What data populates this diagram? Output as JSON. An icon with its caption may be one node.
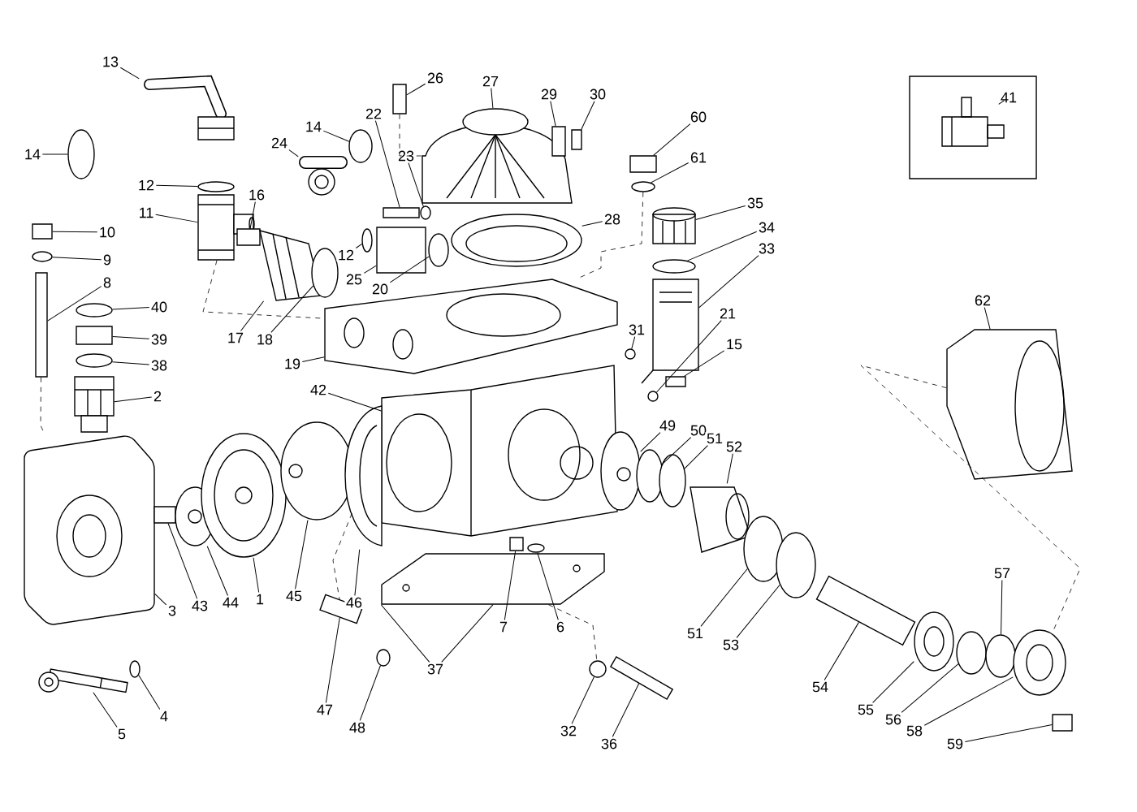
{
  "diagram": {
    "nodes": [
      {
        "text": [
          "13"
        ]
      },
      {
        "text": [
          "14"
        ]
      },
      {
        "text": [
          "12"
        ]
      },
      {
        "text": [
          "11"
        ]
      },
      {
        "text": [
          "10"
        ]
      },
      {
        "text": [
          "9"
        ]
      },
      {
        "text": [
          "8"
        ]
      },
      {
        "text": [
          "40"
        ]
      },
      {
        "text": [
          "39"
        ]
      },
      {
        "text": [
          "38"
        ]
      },
      {
        "text": [
          "2"
        ]
      },
      {
        "text": [
          "16"
        ]
      },
      {
        "text": [
          "17"
        ]
      },
      {
        "text": [
          "18"
        ]
      },
      {
        "text": [
          "19"
        ]
      },
      {
        "text": [
          "24"
        ]
      },
      {
        "text": [
          "14"
        ]
      },
      {
        "text": [
          "22"
        ]
      },
      {
        "text": [
          "23"
        ]
      },
      {
        "text": [
          "26"
        ]
      },
      {
        "text": [
          "27"
        ]
      },
      {
        "text": [
          "29"
        ]
      },
      {
        "text": [
          "30"
        ]
      },
      {
        "text": [
          "60"
        ]
      },
      {
        "text": [
          "61"
        ]
      },
      {
        "text": [
          "28"
        ]
      },
      {
        "text": [
          "12"
        ]
      },
      {
        "text": [
          "25"
        ]
      },
      {
        "text": [
          "20"
        ]
      },
      {
        "text": [
          "35"
        ]
      },
      {
        "text": [
          "34"
        ]
      },
      {
        "text": [
          "33"
        ]
      },
      {
        "text": [
          "21"
        ]
      },
      {
        "text": [
          "15"
        ]
      },
      {
        "text": [
          "31"
        ]
      },
      {
        "text": [
          "41"
        ]
      },
      {
        "text": [
          "62"
        ]
      },
      {
        "text": [
          "42"
        ]
      },
      {
        "text": [
          "49"
        ]
      },
      {
        "text": [
          "50"
        ]
      },
      {
        "text": [
          "51"
        ]
      },
      {
        "text": [
          "52"
        ]
      },
      {
        "text": [
          "3"
        ]
      },
      {
        "text": [
          "43"
        ]
      },
      {
        "text": [
          "44"
        ]
      },
      {
        "text": [
          "1"
        ]
      },
      {
        "text": [
          "45"
        ]
      },
      {
        "text": [
          "46"
        ]
      },
      {
        "text": [
          "7"
        ]
      },
      {
        "text": [
          "6"
        ]
      },
      {
        "text": [
          "37"
        ]
      },
      {
        "text": [
          "47"
        ]
      },
      {
        "text": [
          "48"
        ]
      },
      {
        "text": [
          "5"
        ]
      },
      {
        "text": [
          "4"
        ]
      },
      {
        "text": [
          "32"
        ]
      },
      {
        "text": [
          "36"
        ]
      },
      {
        "text": [
          "51"
        ]
      },
      {
        "text": [
          "53"
        ]
      },
      {
        "text": [
          "54"
        ]
      },
      {
        "text": [
          "55"
        ]
      },
      {
        "text": [
          "56"
        ]
      },
      {
        "text": [
          "57"
        ]
      },
      {
        "text": [
          "58"
        ]
      },
      {
        "text": [
          "59"
        ]
      },
      {
        "text": [],
        "shape": "picture"
      },
      {
        "text": [],
        "shape": "circle"
      },
      {
        "text": [],
        "shape": "circle"
      },
      {
        "text": [],
        "shape": "picture"
      },
      {
        "text": [],
        "shape": "box"
      },
      {
        "text": [],
        "shape": "circle"
      },
      {
        "text": [],
        "shape": "box"
      },
      {
        "text": [],
        "shape": "circle"
      },
      {
        "text": [],
        "shape": "box"
      },
      {
        "text": [],
        "shape": "circle"
      },
      {
        "text": [],
        "shape": "picture"
      },
      {
        "text": [],
        "shape": "box"
      },
      {
        "text": [],
        "shape": "picture"
      },
      {
        "text": [],
        "shape": "circle"
      },
      {
        "text": [],
        "shape": "picture"
      },
      {
        "text": [],
        "shape": "picture"
      },
      {
        "text": [],
        "shape": "circle"
      },
      {
        "text": [],
        "shape": "box"
      },
      {
        "text": [],
        "shape": "circle"
      },
      {
        "text": [],
        "shape": "box"
      },
      {
        "text": [],
        "shape": "picture"
      },
      {
        "text": [],
        "shape": "box"
      },
      {
        "text": [],
        "shape": "box"
      },
      {
        "text": [],
        "shape": "box"
      },
      {
        "text": [],
        "shape": "circle"
      },
      {
        "text": [],
        "shape": "picture"
      },
      {
        "text": [],
        "shape": "circle"
      },
      {
        "text": [],
        "shape": "box"
      },
      {
        "text": [],
        "shape": "circle"
      },
      {
        "text": [],
        "shape": "picture"
      },
      {
        "text": [],
        "shape": "circle"
      },
      {
        "text": [],
        "shape": "picture"
      },
      {
        "text": [],
        "shape": "circle"
      },
      {
        "text": [],
        "shape": "box"
      },
      {
        "text": [],
        "shape": "circle"
      },
      {
        "text": [],
        "shape": "picture"
      },
      {
        "text": [],
        "shape": "picture"
      },
      {
        "text": [],
        "shape": "picture"
      },
      {
        "text": [],
        "shape": "picture"
      },
      {
        "text": [],
        "shape": "circle"
      },
      {
        "text": [],
        "shape": "circle"
      },
      {
        "text": [],
        "shape": "picture"
      },
      {
        "text": [],
        "shape": "picture"
      },
      {
        "text": [],
        "shape": "box"
      },
      {
        "text": [],
        "shape": "picture"
      },
      {
        "text": [],
        "shape": "picture"
      },
      {
        "text": [],
        "shape": "picture"
      },
      {
        "text": [],
        "shape": "picture"
      },
      {
        "text": [],
        "shape": "box"
      },
      {
        "text": [],
        "shape": "circle"
      },
      {
        "text": [],
        "shape": "picture"
      },
      {
        "text": [],
        "shape": "bar"
      },
      {
        "text": [],
        "shape": "circle"
      },
      {
        "text": [],
        "shape": "picture"
      },
      {
        "text": [],
        "shape": "circle"
      },
      {
        "text": [],
        "shape": "circle"
      },
      {
        "text": [],
        "shape": "bar"
      },
      {
        "text": [],
        "shape": "circle"
      },
      {
        "text": [],
        "shape": "circle"
      },
      {
        "text": [],
        "shape": "bar"
      },
      {
        "text": [],
        "shape": "picture"
      },
      {
        "text": [],
        "shape": "circle"
      },
      {
        "text": [],
        "shape": "circle"
      },
      {
        "text": [],
        "shape": "picture"
      },
      {
        "text": [],
        "shape": "box"
      }
    ],
    "edges": [
      {
        "from": 0,
        "to": 65,
        "arrow": "none"
      },
      {
        "from": 1,
        "to": 66,
        "arrow": "none"
      },
      {
        "from": 2,
        "to": 67,
        "arrow": "none"
      },
      {
        "from": 3,
        "to": 68,
        "arrow": "none"
      },
      {
        "from": 4,
        "to": 69,
        "arrow": "none"
      },
      {
        "from": 5,
        "to": 70,
        "arrow": "none"
      },
      {
        "from": 6,
        "to": 71,
        "arrow": "none"
      },
      {
        "from": 7,
        "to": 72,
        "arrow": "none"
      },
      {
        "from": 8,
        "to": 73,
        "arrow": "none"
      },
      {
        "from": 9,
        "to": 74,
        "arrow": "none"
      },
      {
        "from": 10,
        "to": 75,
        "arrow": "none"
      },
      {
        "from": 11,
        "to": 76,
        "arrow": "none"
      },
      {
        "from": 12,
        "to": 77,
        "arrow": "none"
      },
      {
        "from": 13,
        "to": 78,
        "arrow": "none"
      },
      {
        "from": 14,
        "to": 79,
        "arrow": "none"
      },
      {
        "from": 15,
        "to": 80,
        "arrow": "none"
      },
      {
        "from": 16,
        "to": 81,
        "arrow": "none"
      },
      {
        "from": 17,
        "to": 82,
        "arrow": "none"
      },
      {
        "from": 18,
        "to": 83,
        "arrow": "none"
      },
      {
        "from": 19,
        "to": 84,
        "arrow": "none"
      },
      {
        "from": 20,
        "to": 85,
        "arrow": "none"
      },
      {
        "from": 21,
        "to": 86,
        "arrow": "none"
      },
      {
        "from": 22,
        "to": 87,
        "arrow": "none"
      },
      {
        "from": 23,
        "to": 88,
        "arrow": "none"
      },
      {
        "from": 24,
        "to": 89,
        "arrow": "none"
      },
      {
        "from": 25,
        "to": 90,
        "arrow": "none"
      },
      {
        "from": 26,
        "to": 91,
        "arrow": "none"
      },
      {
        "from": 27,
        "to": 92,
        "arrow": "none"
      },
      {
        "from": 28,
        "to": 93,
        "arrow": "none"
      },
      {
        "from": 29,
        "to": 94,
        "arrow": "none"
      },
      {
        "from": 30,
        "to": 95,
        "arrow": "none"
      },
      {
        "from": 31,
        "to": 96,
        "arrow": "none"
      },
      {
        "from": 32,
        "to": 97,
        "arrow": "none"
      },
      {
        "from": 33,
        "to": 98,
        "arrow": "none"
      },
      {
        "from": 34,
        "to": 99,
        "arrow": "none"
      },
      {
        "from": 35,
        "to": 100,
        "arrow": "none"
      },
      {
        "from": 36,
        "to": 101,
        "arrow": "none"
      },
      {
        "from": 37,
        "to": 102,
        "arrow": "none"
      },
      {
        "from": 38,
        "to": 103,
        "arrow": "none"
      },
      {
        "from": 39,
        "to": 104,
        "arrow": "none"
      },
      {
        "from": 40,
        "to": 105,
        "arrow": "none"
      },
      {
        "from": 41,
        "to": 106,
        "arrow": "none"
      },
      {
        "from": 42,
        "to": 107,
        "arrow": "none"
      },
      {
        "from": 43,
        "to": 108,
        "arrow": "none"
      },
      {
        "from": 44,
        "to": 109,
        "arrow": "none"
      },
      {
        "from": 45,
        "to": 110,
        "arrow": "none"
      },
      {
        "from": 46,
        "to": 111,
        "arrow": "none"
      },
      {
        "from": 47,
        "to": 112,
        "arrow": "none"
      },
      {
        "from": 48,
        "to": 113,
        "arrow": "none"
      },
      {
        "from": 49,
        "to": 114,
        "arrow": "none"
      },
      {
        "from": 50,
        "to": 115,
        "arrow": "none"
      },
      {
        "from": 50,
        "to": 115,
        "arrow": "none"
      },
      {
        "from": 51,
        "to": 116,
        "arrow": "none"
      },
      {
        "from": 52,
        "to": 117,
        "arrow": "none"
      },
      {
        "from": 53,
        "to": 118,
        "arrow": "none"
      },
      {
        "from": 54,
        "to": 119,
        "arrow": "none"
      },
      {
        "from": 55,
        "to": 120,
        "arrow": "none"
      },
      {
        "from": 56,
        "to": 121,
        "arrow": "none"
      },
      {
        "from": 57,
        "to": 122,
        "arrow": "none"
      },
      {
        "from": 58,
        "to": 123,
        "arrow": "none"
      },
      {
        "from": 59,
        "to": 124,
        "arrow": "none"
      },
      {
        "from": 60,
        "to": 125,
        "arrow": "none"
      },
      {
        "from": 61,
        "to": 126,
        "arrow": "none"
      },
      {
        "from": 62,
        "to": 127,
        "arrow": "none"
      },
      {
        "from": 63,
        "to": 128,
        "arrow": "none"
      },
      {
        "from": 64,
        "to": 129,
        "arrow": "none"
      },
      {
        "from": 71,
        "to": 107,
        "arrow": "none",
        "style": "dashed"
      },
      {
        "from": 68,
        "to": 79,
        "arrow": "none",
        "style": "dashed"
      },
      {
        "from": 89,
        "to": 79,
        "arrow": "none",
        "style": "dashed"
      },
      {
        "from": 84,
        "to": 85,
        "arrow": "none",
        "style": "dashed"
      },
      {
        "from": 101,
        "to": 128,
        "arrow": "none",
        "style": "dashed"
      },
      {
        "from": 115,
        "to": 120,
        "arrow": "none",
        "style": "dashed"
      },
      {
        "from": 112,
        "to": 116,
        "arrow": "none",
        "style": "dashed"
      }
    ]
  }
}
